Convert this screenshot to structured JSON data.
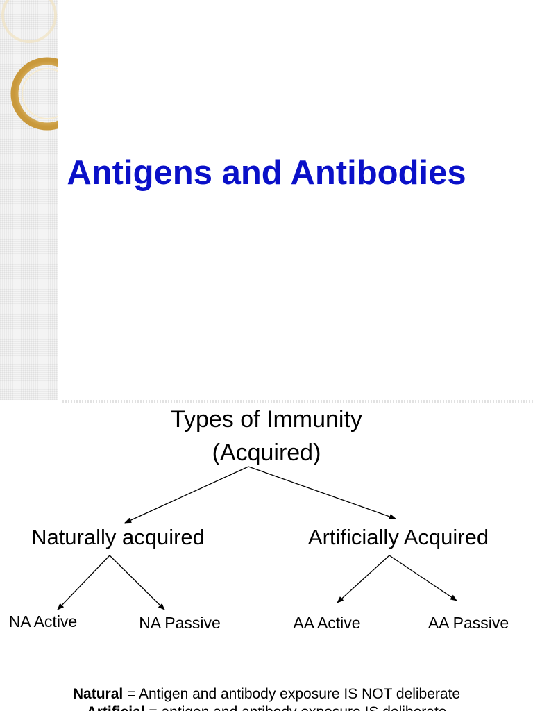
{
  "slide": {
    "title": "Antigens and Antibodies",
    "title_color": "#0a10c8",
    "accent_color": "#d9b15a"
  },
  "diagram": {
    "root": {
      "line1": "Types of Immunity",
      "line2": "(Acquired)"
    },
    "branches": [
      {
        "label": "Naturally acquired",
        "children": [
          "NA Active",
          "NA Passive"
        ]
      },
      {
        "label": "Artificially Acquired",
        "children": [
          "AA Active",
          "AA Passive"
        ]
      }
    ]
  },
  "notes": [
    {
      "term": "Natural",
      "definition": " = Antigen and antibody exposure IS NOT deliberate"
    },
    {
      "term": "Artificial",
      "definition": " = antigen and antibody exposure IS deliberate"
    }
  ]
}
